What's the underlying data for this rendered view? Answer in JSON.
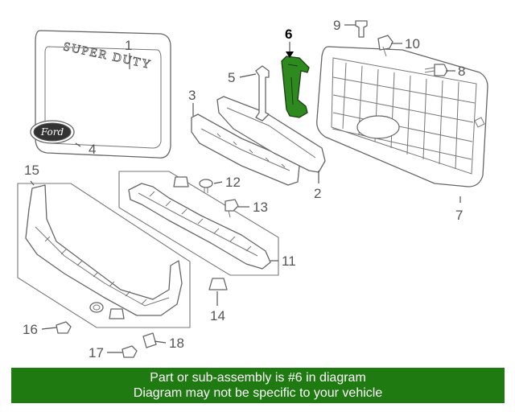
{
  "callouts": {
    "c1": "1",
    "c2": "2",
    "c3": "3",
    "c4": "4",
    "c5": "5",
    "c6": "6",
    "c7": "7",
    "c8": "8",
    "c9": "9",
    "c10": "10",
    "c11": "11",
    "c12": "12",
    "c13": "13",
    "c14": "14",
    "c15": "15",
    "c16": "16",
    "c17": "17",
    "c18": "18"
  },
  "grille_text": "SUPER DUTY",
  "emblem_text": "Ford",
  "highlight_color": "#1f7a12",
  "banner": {
    "line1": "Part or sub-assembly is #6 in diagram",
    "line2": "Diagram may not be specific to your vehicle"
  }
}
